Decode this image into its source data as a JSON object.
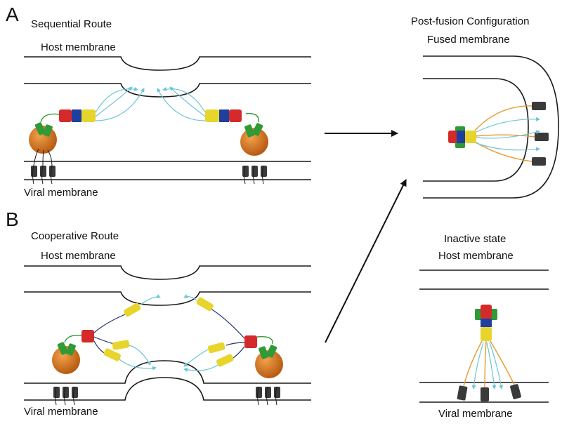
{
  "panels": {
    "a": "A",
    "b": "B"
  },
  "labels": {
    "sequential_route": "Sequential Route",
    "a_host_membrane": "Host membrane",
    "a_viral_membrane": "Viral membrane",
    "post_fusion_configuration": "Post-fusion Configuration",
    "fused_membrane": "Fused membrane",
    "cooperative_route": "Cooperative Route",
    "b_host_membrane": "Host membrane",
    "b_viral_membrane": "Viral membrane",
    "inactive_state": "Inactive state",
    "inactive_host_membrane": "Host membrane",
    "inactive_viral_membrane": "Viral membrane"
  },
  "colors": {
    "membrane": "#1a1a1a",
    "helix_red": "#d42a2a",
    "helix_blue": "#1f3f9e",
    "helix_yellow": "#e8d52c",
    "helix_green": "#2f9a36",
    "sphere_orange": "#d9781f",
    "transmembrane_dark": "#3a3a3a",
    "peptide_cyan": "#6cc5d6",
    "linker_orange": "#e89a2a",
    "linker_navy": "#22306e"
  }
}
